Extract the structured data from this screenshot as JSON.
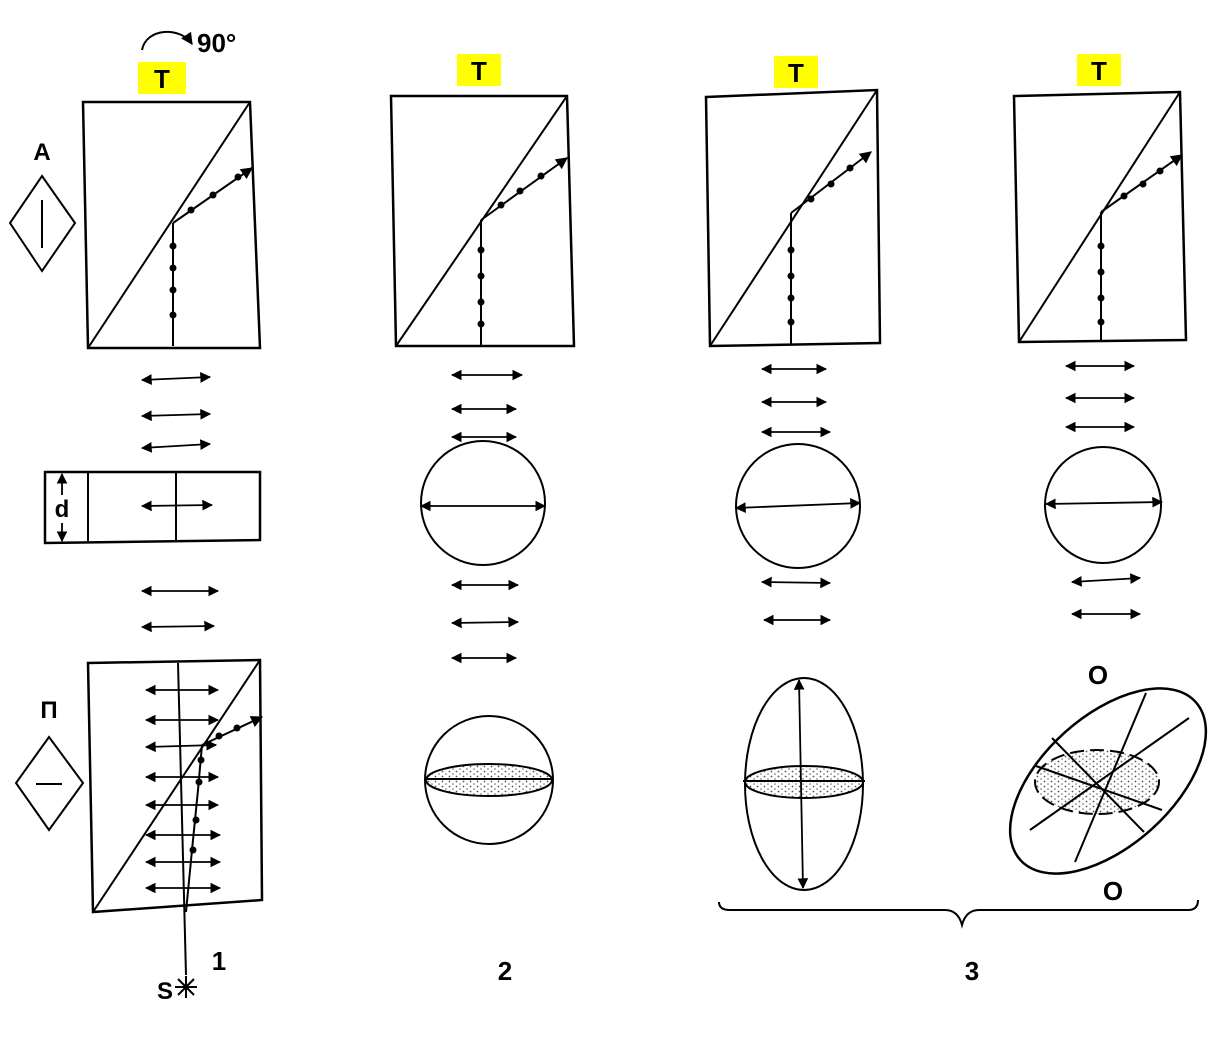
{
  "rotation_label": "90°",
  "top_labels": [
    "T",
    "T",
    "T",
    "T"
  ],
  "colors": {
    "label_fill": "#ffff00",
    "stroke": "#000000",
    "background": "#ffffff"
  },
  "analyzer_label": "A",
  "polarizer_label": "П",
  "thickness_label": "d",
  "source_label": "S",
  "source_icon": "asterisk-icon",
  "axis_labels": [
    "O",
    "O"
  ],
  "column_numbers": [
    "1",
    "2",
    "3"
  ]
}
